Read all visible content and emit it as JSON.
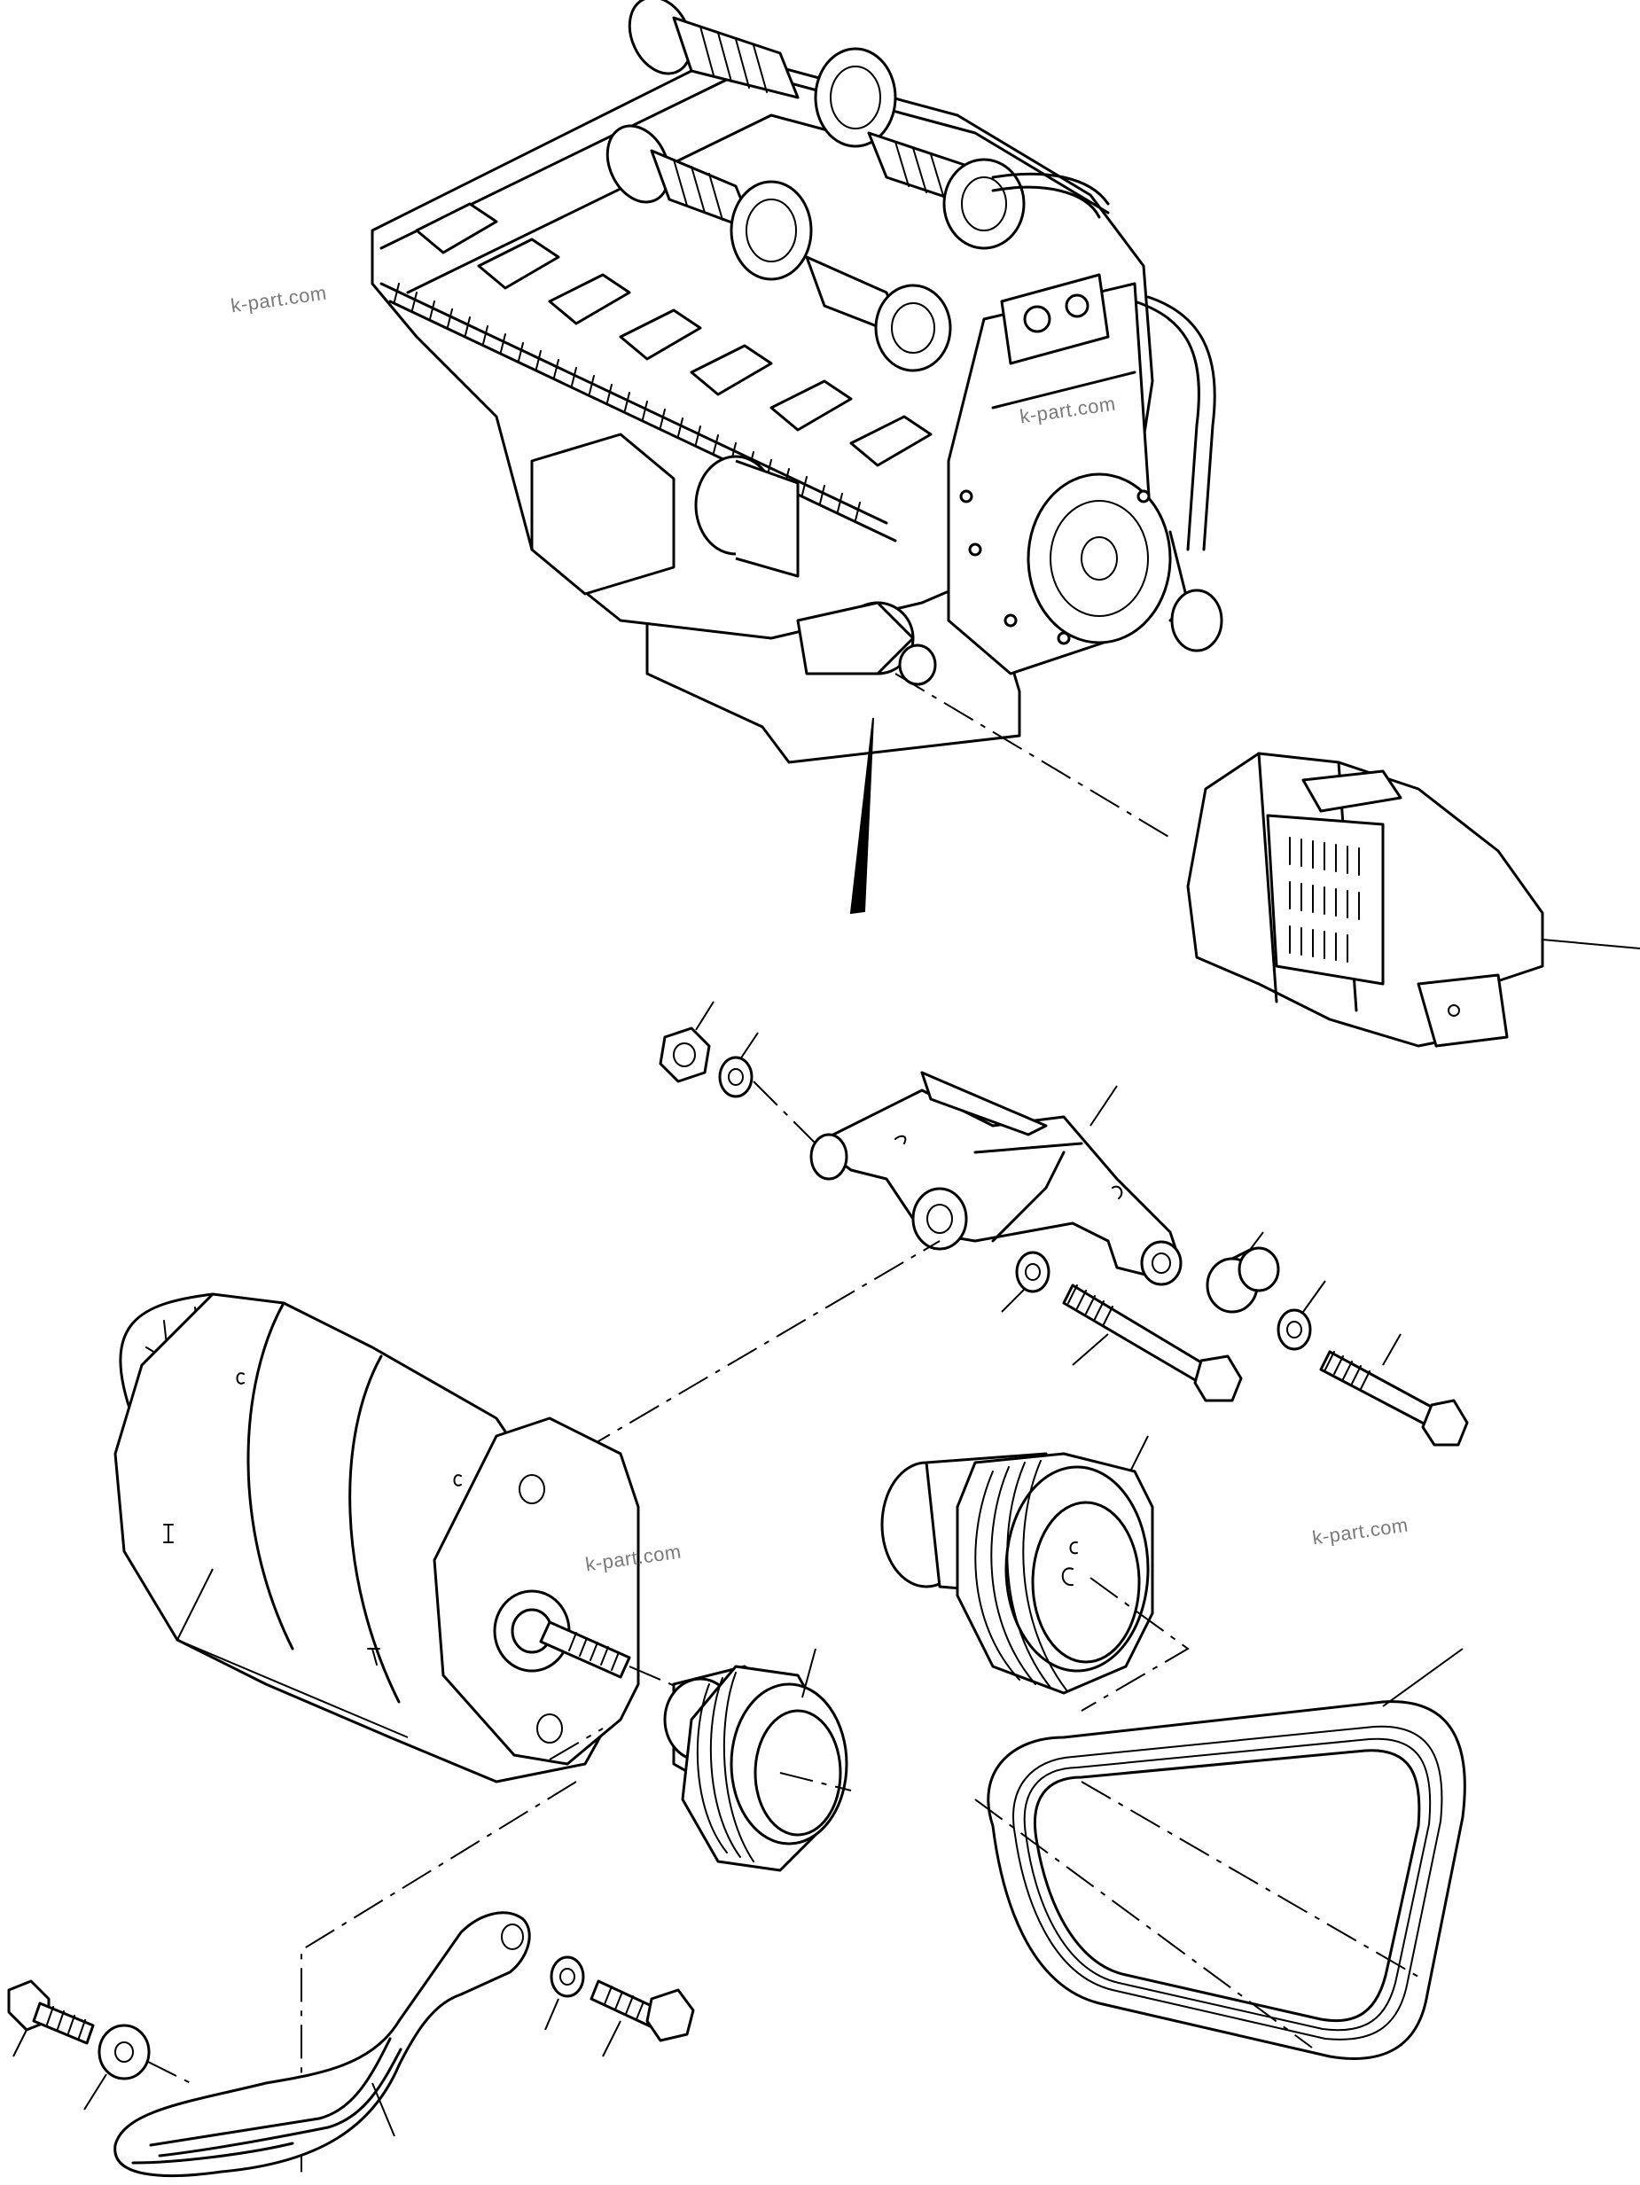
{
  "watermark": {
    "text": "k-part.com",
    "color": "#7a7a7a"
  },
  "parts": [
    {
      "name": "engine-assembly"
    },
    {
      "name": "alternator-cover"
    },
    {
      "name": "alternator-bracket"
    },
    {
      "name": "alternator"
    },
    {
      "name": "alternator-pulley"
    },
    {
      "name": "crankshaft-pulley"
    },
    {
      "name": "v-belt"
    },
    {
      "name": "adjusting-arm"
    },
    {
      "name": "nut"
    },
    {
      "name": "washer"
    },
    {
      "name": "bolt"
    },
    {
      "name": "spacer"
    }
  ]
}
